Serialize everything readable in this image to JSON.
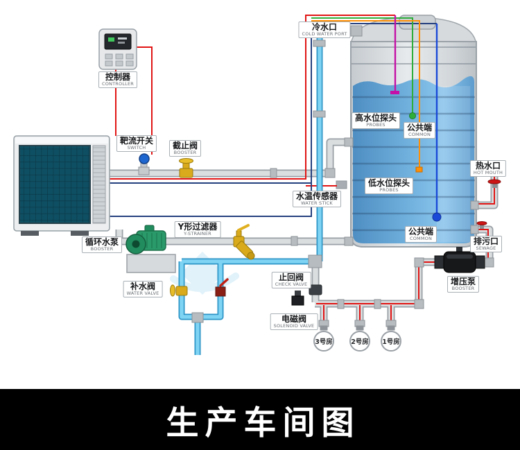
{
  "title": {
    "banner": "生产车间图"
  },
  "labels": {
    "controller": {
      "zh": "控制器",
      "en": "CONTROLLER"
    },
    "flow_switch": {
      "zh": "靶流开关",
      "en": "SWITCH"
    },
    "stop_valve": {
      "zh": "截止阀",
      "en": "BOOSTER"
    },
    "cold_water_port": {
      "zh": "冷水口",
      "en": "COLD WATER PORT"
    },
    "high_level_probe": {
      "zh": "高水位探头",
      "en": "PROBES"
    },
    "common_top": {
      "zh": "公共端",
      "en": "COMMON"
    },
    "low_level_probe": {
      "zh": "低水位探头",
      "en": "PROBES"
    },
    "hot_water_port": {
      "zh": "热水口",
      "en": "HOT MOUTH"
    },
    "water_temp_sensor": {
      "zh": "水温传感器",
      "en": "WATER STICK"
    },
    "y_strainer": {
      "zh": "Y形过滤器",
      "en": "Y-STRAINER"
    },
    "circulating_pump": {
      "zh": "循环水泵",
      "en": "BOOSTER"
    },
    "makeup_valve": {
      "zh": "补水阀",
      "en": "WATER VALVE"
    },
    "check_valve": {
      "zh": "止回阀",
      "en": "CHECK VALVE"
    },
    "solenoid_valve": {
      "zh": "电磁阀",
      "en": "SOLENOID VALVE"
    },
    "booster_pump": {
      "zh": "增压泵",
      "en": "BOOSTER"
    },
    "sewage_port": {
      "zh": "排污口",
      "en": "SEWAGE"
    },
    "common_bottom": {
      "zh": "公共端",
      "en": "COMMON"
    }
  },
  "rooms": [
    "3号房",
    "2号房",
    "1号房"
  ],
  "colors": {
    "banner_bg": "#000000",
    "banner_text": "#ffffff",
    "cold_pipe": "#7fd4f4",
    "gray_pipe": "#dadedf",
    "wire_red": "#e11414",
    "wire_navy": "#25407f",
    "probe_magenta": "#c410a6",
    "probe_green": "#2fae3c",
    "probe_orange": "#ff8f06",
    "probe_blue": "#1a49d8",
    "tank_water": "#6fb0dd",
    "heat_pump_coil": "#0f4f63",
    "pump_green": "#2a9a6a"
  }
}
